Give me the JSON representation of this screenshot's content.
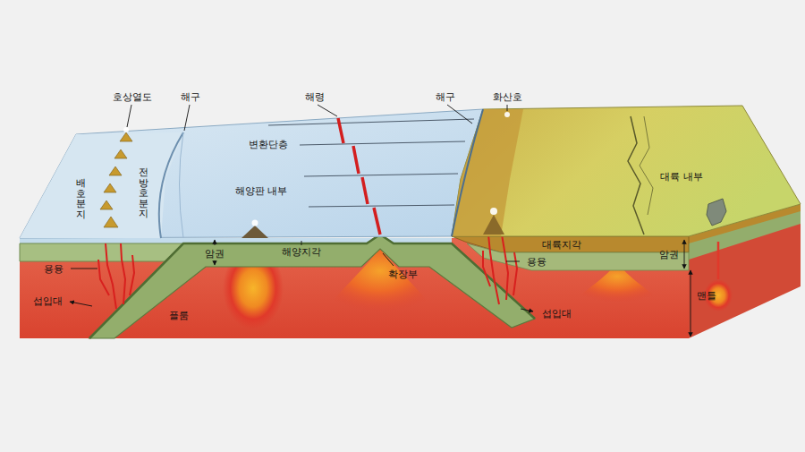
{
  "diagram": {
    "labels": [
      "호상열도",
      "해구",
      "해령",
      "해구",
      "화산호",
      "변환단층",
      "배호분지",
      "전방호분지",
      "해양판 내부",
      "대륙 내부",
      "암권",
      "해양지각",
      "대륙지각",
      "암권",
      "용융",
      "용융",
      "확장부",
      "맨틀",
      "섭입대",
      "플룸",
      "섭입대"
    ]
  }
}
